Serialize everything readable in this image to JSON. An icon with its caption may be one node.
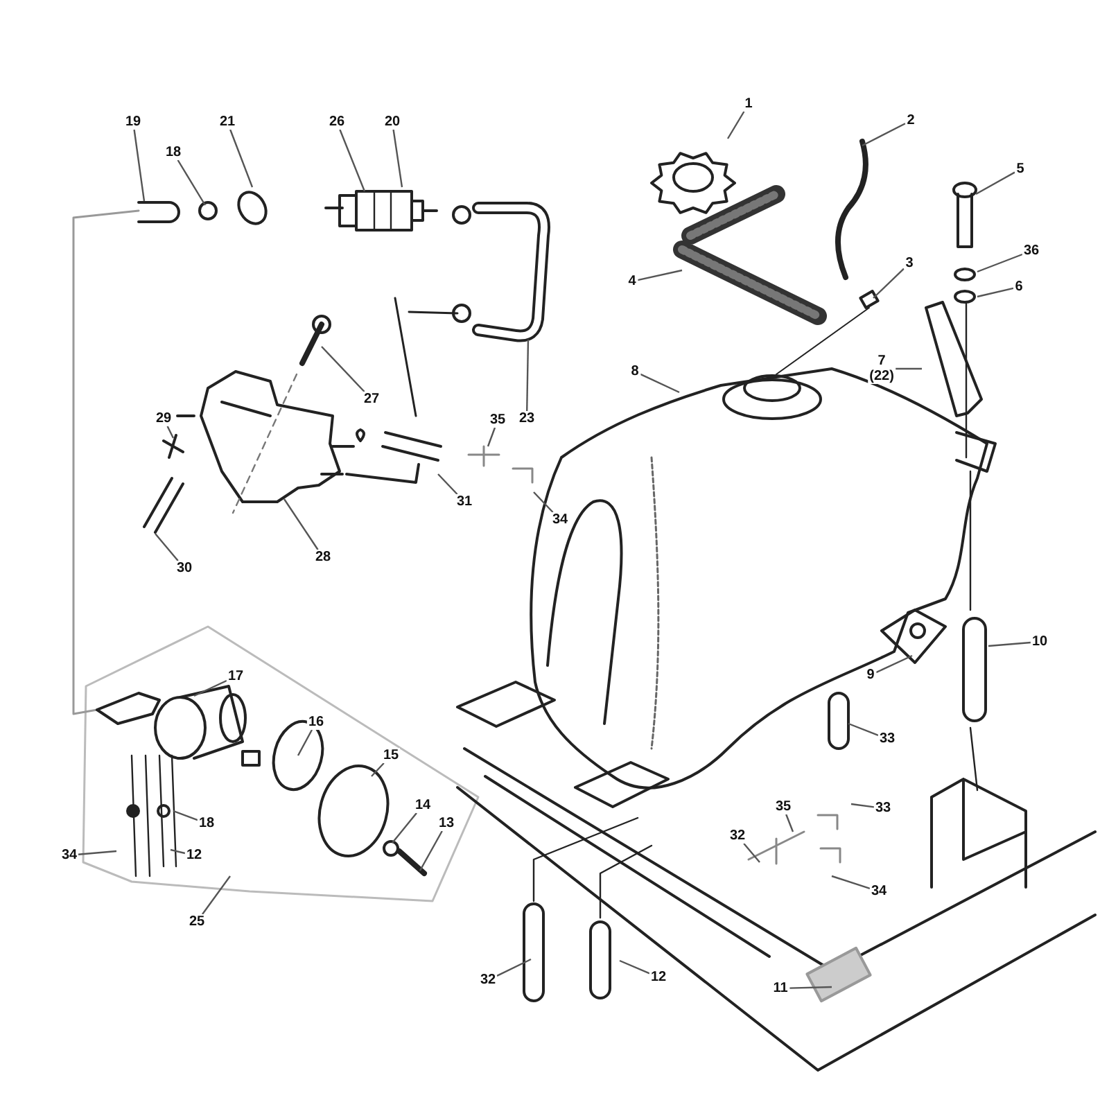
{
  "diagram": {
    "nodes": [
      {
        "text": [
          "19"
        ]
      },
      {
        "text": [
          "18"
        ]
      },
      {
        "text": [
          "21"
        ]
      },
      {
        "text": [
          "26"
        ]
      },
      {
        "text": [
          "20"
        ]
      },
      {
        "text": [
          "1"
        ]
      },
      {
        "text": [
          "2"
        ]
      },
      {
        "text": [
          "5"
        ]
      },
      {
        "text": [
          "3"
        ]
      },
      {
        "text": [
          "36"
        ]
      },
      {
        "text": [
          "6"
        ]
      },
      {
        "text": [
          "4"
        ]
      },
      {
        "text": [
          "7 (22)"
        ]
      },
      {
        "text": [
          "8"
        ]
      },
      {
        "text": [
          "27"
        ]
      },
      {
        "text": [
          "29"
        ]
      },
      {
        "text": [
          "23"
        ]
      },
      {
        "text": [
          "35"
        ]
      },
      {
        "text": [
          "31"
        ]
      },
      {
        "text": [
          "34"
        ]
      },
      {
        "text": [
          "28"
        ]
      },
      {
        "text": [
          "30"
        ]
      },
      {
        "text": [
          "10"
        ]
      },
      {
        "text": [
          "9"
        ]
      },
      {
        "text": [
          "17"
        ]
      },
      {
        "text": [
          "16"
        ]
      },
      {
        "text": [
          "33"
        ]
      },
      {
        "text": [
          "15"
        ]
      },
      {
        "text": [
          "14"
        ]
      },
      {
        "text": [
          "13"
        ]
      },
      {
        "text": [
          "35"
        ]
      },
      {
        "text": [
          "33"
        ]
      },
      {
        "text": [
          "18"
        ]
      },
      {
        "text": [
          "32"
        ]
      },
      {
        "text": [
          "12"
        ]
      },
      {
        "text": [
          "34"
        ]
      },
      {
        "text": [
          "34"
        ]
      },
      {
        "text": [
          "25"
        ]
      },
      {
        "text": [
          "12"
        ]
      },
      {
        "text": [
          "32"
        ]
      },
      {
        "text": [
          "11"
        ]
      }
    ],
    "edges": [
      {
        "from": 0,
        "to": null,
        "arrow": "none"
      },
      {
        "from": 1,
        "to": null,
        "arrow": "none"
      },
      {
        "from": 2,
        "to": null,
        "arrow": "none"
      },
      {
        "from": 3,
        "to": null,
        "arrow": "none"
      },
      {
        "from": 4,
        "to": null,
        "arrow": "none"
      },
      {
        "from": 5,
        "to": null,
        "arrow": "none"
      },
      {
        "from": 6,
        "to": null,
        "arrow": "none"
      },
      {
        "from": 7,
        "to": null,
        "arrow": "none"
      },
      {
        "from": 8,
        "to": null,
        "arrow": "none"
      },
      {
        "from": 9,
        "to": null,
        "arrow": "none"
      },
      {
        "from": 10,
        "to": null,
        "arrow": "none"
      },
      {
        "from": 11,
        "to": null,
        "arrow": "none"
      },
      {
        "from": 12,
        "to": null,
        "arrow": "none"
      },
      {
        "from": 13,
        "to": null,
        "arrow": "none"
      },
      {
        "from": 14,
        "to": null,
        "arrow": "none"
      },
      {
        "from": 15,
        "to": null,
        "arrow": "none"
      },
      {
        "from": 16,
        "to": null,
        "arrow": "none"
      },
      {
        "from": 17,
        "to": null,
        "arrow": "none"
      },
      {
        "from": 18,
        "to": null,
        "arrow": "none"
      },
      {
        "from": 19,
        "to": null,
        "arrow": "none"
      },
      {
        "from": 20,
        "to": null,
        "arrow": "none"
      },
      {
        "from": 21,
        "to": null,
        "arrow": "none"
      },
      {
        "from": 22,
        "to": null,
        "arrow": "none"
      },
      {
        "from": 23,
        "to": null,
        "arrow": "none"
      },
      {
        "from": 24,
        "to": null,
        "arrow": "none"
      },
      {
        "from": 25,
        "to": null,
        "arrow": "none"
      },
      {
        "from": 26,
        "to": null,
        "arrow": "none"
      },
      {
        "from": 27,
        "to": null,
        "arrow": "none"
      },
      {
        "from": 28,
        "to": null,
        "arrow": "none"
      },
      {
        "from": 29,
        "to": null,
        "arrow": "none"
      },
      {
        "from": 30,
        "to": null,
        "arrow": "none"
      },
      {
        "from": 31,
        "to": null,
        "arrow": "none"
      },
      {
        "from": 32,
        "to": null,
        "arrow": "none"
      },
      {
        "from": 33,
        "to": null,
        "arrow": "none"
      },
      {
        "from": 34,
        "to": null,
        "arrow": "none"
      },
      {
        "from": 35,
        "to": null,
        "arrow": "none"
      },
      {
        "from": 36,
        "to": null,
        "arrow": "none"
      },
      {
        "from": 37,
        "to": null,
        "arrow": "none"
      },
      {
        "from": 38,
        "to": null,
        "arrow": "none"
      },
      {
        "from": 39,
        "to": null,
        "arrow": "none"
      },
      {
        "from": 40,
        "to": null,
        "arrow": "none"
      }
    ]
  }
}
